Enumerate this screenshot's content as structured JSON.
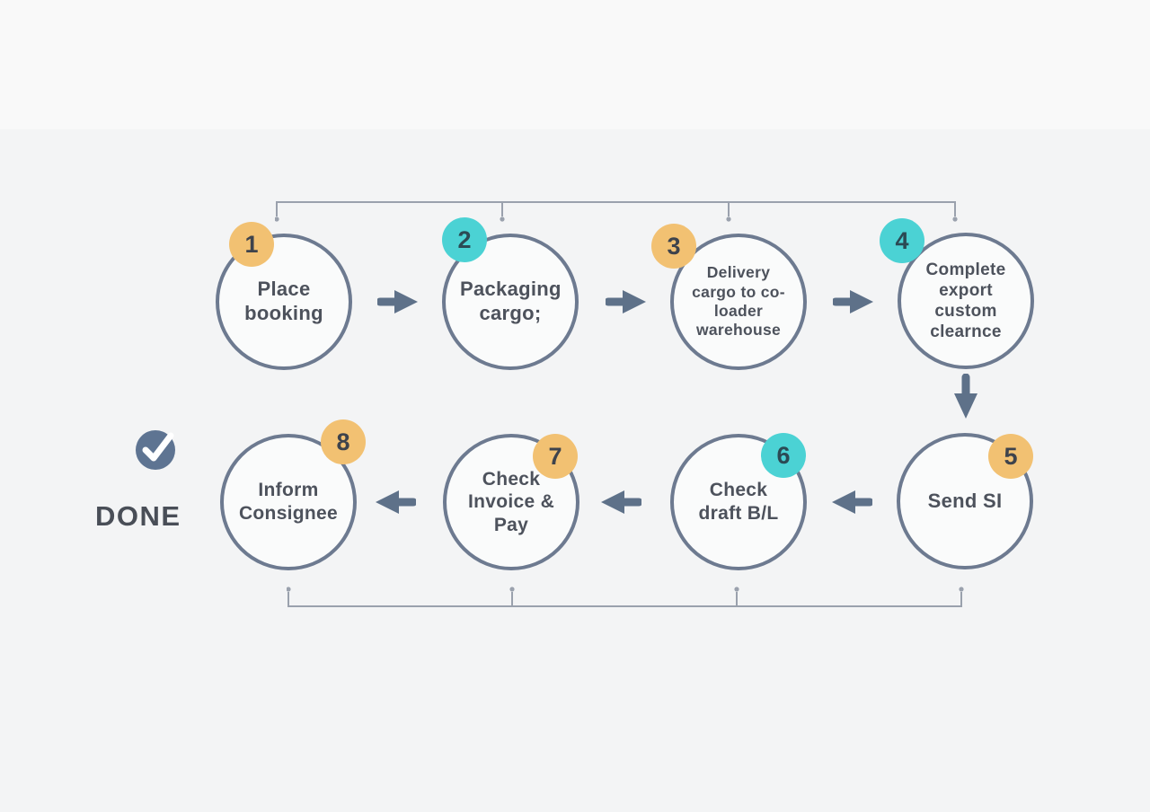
{
  "colors": {
    "background_top": "#f9f9f9",
    "background_main": "#f3f4f5",
    "circle_stroke": "#6d7a90",
    "arrow": "#5e7189",
    "connector_line": "#9aa1ad",
    "badge_orange": "#f2c172",
    "badge_teal": "#4bd2d4",
    "label_text": "#4d525c",
    "done_icon_fill": "#5e7492"
  },
  "done": {
    "label": "DONE",
    "icon": "check-circle-icon"
  },
  "steps": [
    {
      "number": "1",
      "label": "Place booking",
      "badge_color": "orange",
      "badge_position": "top-left"
    },
    {
      "number": "2",
      "label": "Packaging cargo;",
      "badge_color": "teal",
      "badge_position": "top-left"
    },
    {
      "number": "3",
      "label": "Delivery cargo to co-loader warehouse",
      "badge_color": "orange",
      "badge_position": "top-left"
    },
    {
      "number": "4",
      "label": "Complete export custom clearnce",
      "badge_color": "teal",
      "badge_position": "top-left"
    },
    {
      "number": "5",
      "label": "Send SI",
      "badge_color": "orange",
      "badge_position": "top-right"
    },
    {
      "number": "6",
      "label": "Check draft B/L",
      "badge_color": "teal",
      "badge_position": "top-right"
    },
    {
      "number": "7",
      "label": "Check Invoice & Pay",
      "badge_color": "orange",
      "badge_position": "top-right"
    },
    {
      "number": "8",
      "label": "Inform Consignee",
      "badge_color": "orange",
      "badge_position": "top-right"
    }
  ]
}
